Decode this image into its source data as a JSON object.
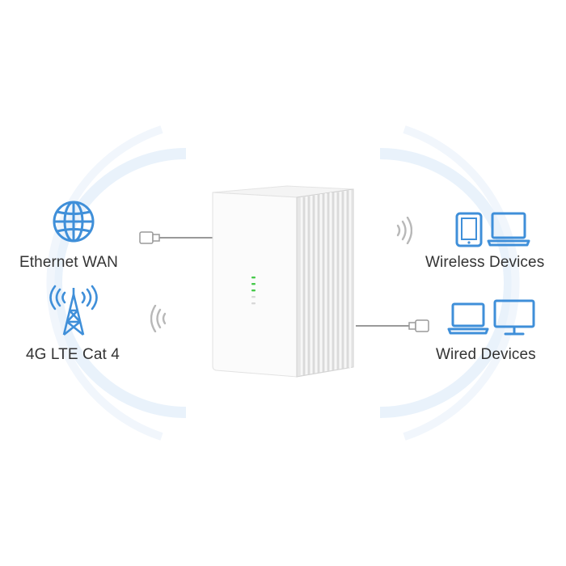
{
  "left": {
    "ethernet_label": "Ethernet WAN",
    "lte_label": "4G LTE Cat 4"
  },
  "right": {
    "wireless_label": "Wireless Devices",
    "wired_label": "Wired Devices"
  },
  "colors": {
    "icon_blue": "#3f8fd9",
    "text": "#333333",
    "cable": "#9a9a9a",
    "router_body": "#fbfbfb",
    "router_fins": "#dcdcdc",
    "led_green": "#47c94b"
  },
  "icons": [
    "globe-icon",
    "cell-tower-icon",
    "tablet-icon",
    "laptop-icon",
    "desktop-monitor-icon",
    "wifi-signal-icon",
    "ethernet-plug-icon"
  ]
}
